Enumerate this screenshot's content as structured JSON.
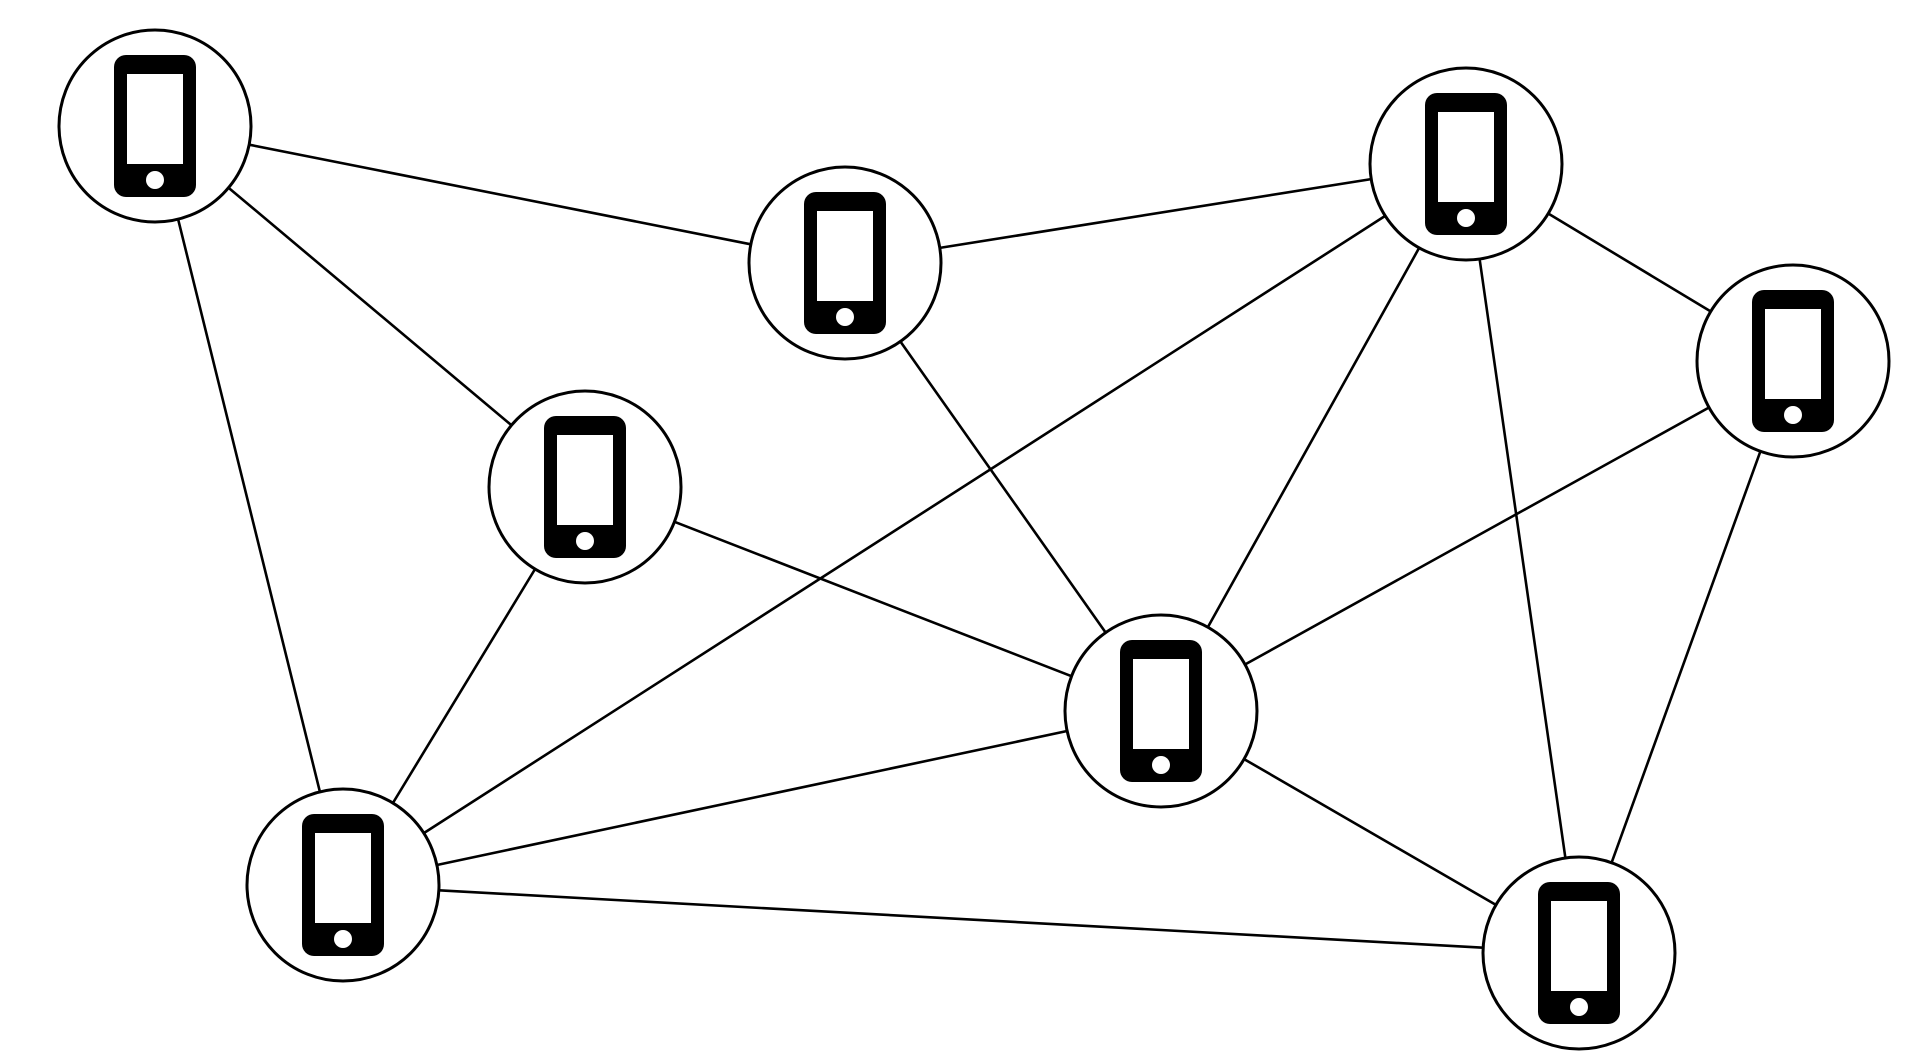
{
  "diagram": {
    "type": "network-graph",
    "node_icon": "smartphone-icon",
    "colors": {
      "background": "#ffffff",
      "stroke": "#000000",
      "node_fill": "#ffffff",
      "icon_fill": "#000000"
    },
    "nodes": [
      {
        "id": "n1"
      },
      {
        "id": "n2"
      },
      {
        "id": "n3"
      },
      {
        "id": "n4"
      },
      {
        "id": "n5"
      },
      {
        "id": "n6"
      },
      {
        "id": "n7"
      },
      {
        "id": "n8"
      },
      {
        "id": "n9"
      }
    ],
    "edges": [
      [
        "n1",
        "n2"
      ],
      [
        "n1",
        "n5"
      ],
      [
        "n1",
        "n6"
      ],
      [
        "n2",
        "n3"
      ],
      [
        "n2",
        "n7"
      ],
      [
        "n3",
        "n4"
      ],
      [
        "n3",
        "n6"
      ],
      [
        "n3",
        "n7"
      ],
      [
        "n3",
        "n9"
      ],
      [
        "n4",
        "n7"
      ],
      [
        "n4",
        "n9"
      ],
      [
        "n5",
        "n6"
      ],
      [
        "n5",
        "n7"
      ],
      [
        "n6",
        "n7"
      ],
      [
        "n6",
        "n9"
      ],
      [
        "n7",
        "n9"
      ]
    ]
  }
}
